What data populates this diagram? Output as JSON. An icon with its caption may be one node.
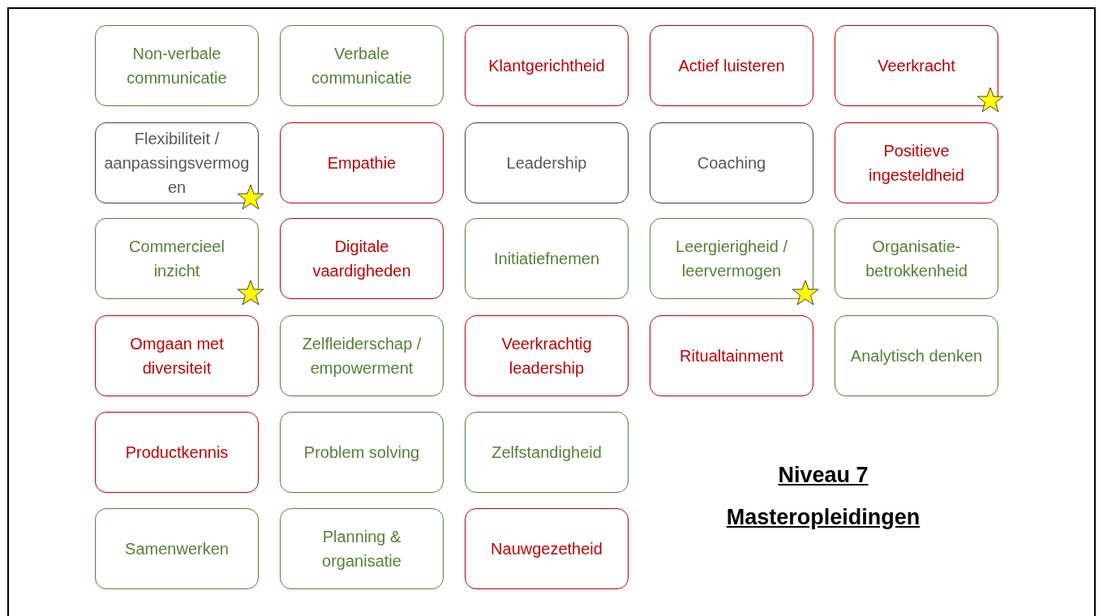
{
  "diagram": {
    "title": "Niveau 7 Masteropleidingen",
    "nodes": [
      {
        "text": [
          "Non-verbale communicatie"
        ]
      },
      {
        "text": [
          "Verbale communicatie"
        ]
      },
      {
        "text": [
          "Klantgerichtheid"
        ]
      },
      {
        "text": [
          "Actief luisteren"
        ]
      },
      {
        "text": [
          "Veerkracht"
        ]
      },
      {
        "text": [
          "Flexibiliteit / aanpassingsvermogen"
        ]
      },
      {
        "text": [
          "Empathie"
        ]
      },
      {
        "text": [
          "Leadership"
        ]
      },
      {
        "text": [
          "Coaching"
        ]
      },
      {
        "text": [
          "Positieve ingesteldheid"
        ]
      },
      {
        "text": [
          "Commercieel inzicht"
        ]
      },
      {
        "text": [
          "Digitale vaardigheden"
        ]
      },
      {
        "text": [
          "Initiatiefnemen"
        ]
      },
      {
        "text": [
          "Leergierigheid / leervermogen"
        ]
      },
      {
        "text": [
          "Organisatie- betrokkenheid"
        ]
      },
      {
        "text": [
          "Omgaan met diversiteit"
        ]
      },
      {
        "text": [
          "Zelfleiderschap / empowerment"
        ]
      },
      {
        "text": [
          "Veerkrachtig leadership"
        ]
      },
      {
        "text": [
          "Ritualtainment"
        ]
      },
      {
        "text": [
          "Analytisch denken"
        ]
      },
      {
        "text": [
          "Productkennis"
        ]
      },
      {
        "text": [
          "Problem solving"
        ]
      },
      {
        "text": [
          "Zelfstandigheid"
        ]
      },
      {
        "text": [
          "Samenwerken"
        ]
      },
      {
        "text": [
          "Planning & organisatie"
        ]
      },
      {
        "text": [
          "Nauwgezetheid"
        ]
      }
    ]
  }
}
